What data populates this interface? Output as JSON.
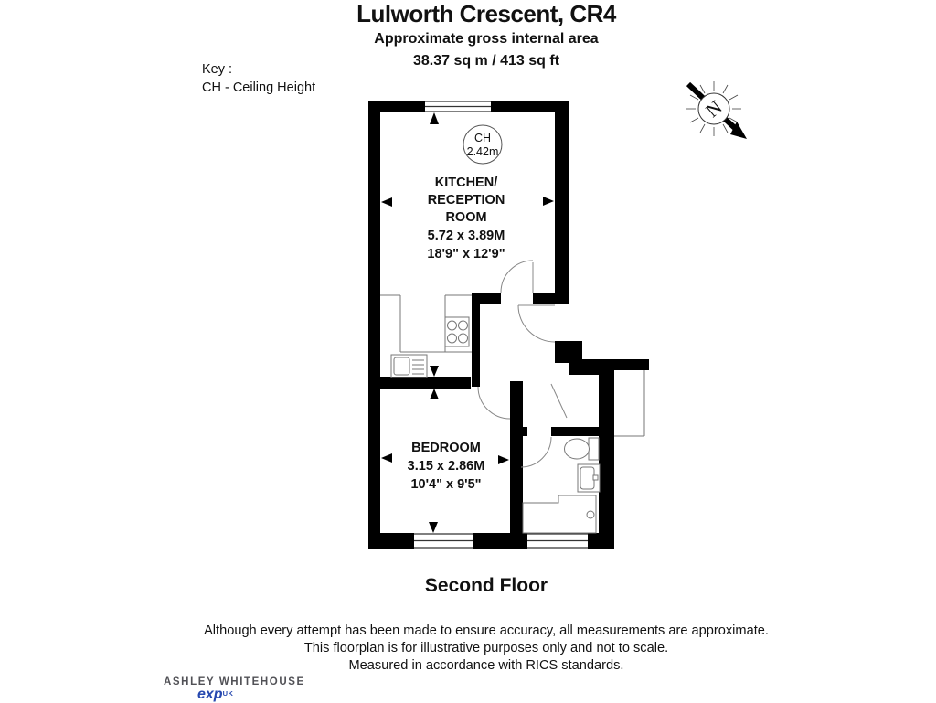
{
  "header": {
    "title": "Lulworth Crescent, CR4",
    "subtitle": "Approximate gross internal area",
    "area": "38.37 sq m / 413 sq ft"
  },
  "key": {
    "title": "Key :",
    "entry": "CH - Ceiling Height"
  },
  "compass": {
    "label": "N"
  },
  "ceiling_height": {
    "label": "CH",
    "value": "2.42m"
  },
  "rooms": {
    "kitchen": {
      "name_line1": "KITCHEN/",
      "name_line2": "RECEPTION",
      "name_line3": "ROOM",
      "dims_metric": "5.72 x 3.89M",
      "dims_imperial": "18'9\" x 12'9\""
    },
    "bedroom": {
      "name": "BEDROOM",
      "dims_metric": "3.15 x 2.86M",
      "dims_imperial": "10'4\" x 9'5\""
    }
  },
  "floor_label": "Second Floor",
  "disclaimer": {
    "line1": "Although every attempt has been made to ensure accuracy, all measurements are approximate.",
    "line2": "This floorplan is for illustrative purposes only and not to scale.",
    "line3": "Measured in accordance with RICS standards."
  },
  "branding": {
    "agent": "ASHLEY WHITEHOUSE",
    "brokerage": "exp",
    "region": "UK"
  }
}
